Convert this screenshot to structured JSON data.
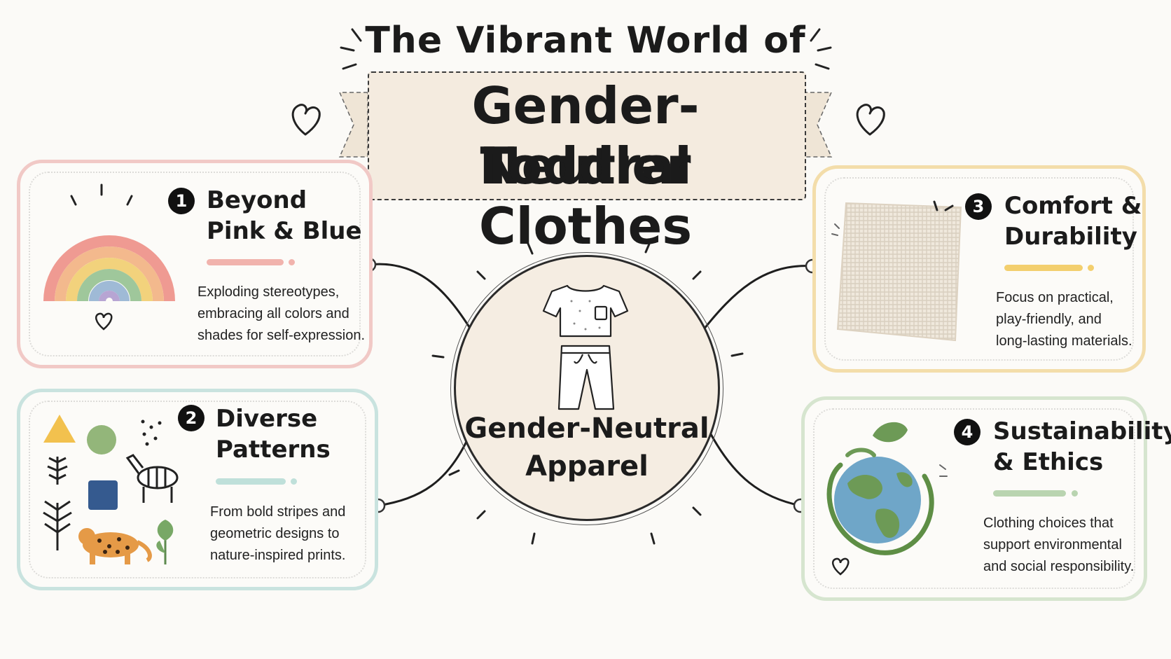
{
  "title": {
    "line1": "The Vibrant World of",
    "line2": "Gender-Neutral",
    "line3": "Toddler Clothes"
  },
  "hub": {
    "label_line1": "Gender-Neutral",
    "label_line2": "Apparel",
    "icon": "toddler-outfit-icon"
  },
  "cards": [
    {
      "number": "1",
      "title_line1": "Beyond",
      "title_line2": "Pink & Blue",
      "description": [
        "Exploding stereotypes,",
        "embracing all colors and",
        "shades for self-expression."
      ],
      "icon": "rainbow-icon",
      "accent_color": "#f1b3ad"
    },
    {
      "number": "2",
      "title_line1": "Diverse",
      "title_line2": "Patterns",
      "description": [
        "From bold stripes and",
        "geometric designs to",
        "nature-inspired prints."
      ],
      "icon": "patterns-icon",
      "accent_color": "#bfe0da"
    },
    {
      "number": "3",
      "title_line1": "Comfort &",
      "title_line2": "Durability",
      "description": [
        "Focus on practical,",
        "play-friendly, and",
        "long-lasting materials."
      ],
      "icon": "fabric-swatch-icon",
      "accent_color": "#f3cf6e"
    },
    {
      "number": "4",
      "title_line1": "Sustainability",
      "title_line2": "& Ethics",
      "description": [
        "Clothing choices that",
        "support environmental",
        "and social responsibility."
      ],
      "icon": "earth-leaf-icon",
      "accent_color": "#b9d4b0"
    }
  ]
}
